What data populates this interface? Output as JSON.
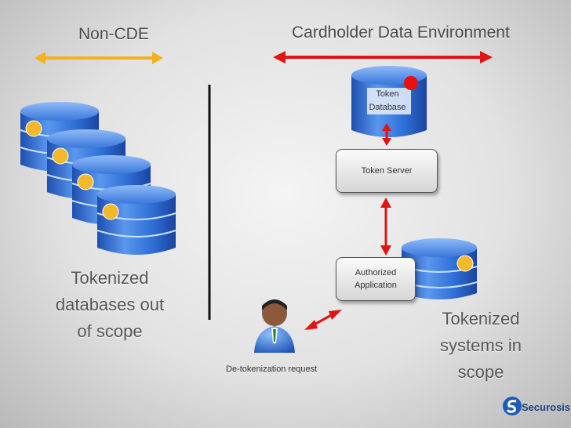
{
  "header": {
    "non_cde_label": "Non-CDE",
    "cde_label": "Cardholder Data Environment"
  },
  "left": {
    "caption_line1": "Tokenized",
    "caption_line2": "databases out",
    "caption_line3": "of scope"
  },
  "right": {
    "token_db_line1": "Token",
    "token_db_line2": "Database",
    "token_server": "Token Server",
    "authorized_line1": "Authorized",
    "authorized_line2": "Application",
    "caption_line1": "Tokenized",
    "caption_line2": "systems in",
    "caption_line3": "scope"
  },
  "user": {
    "request_label": "De-tokenization request"
  },
  "logo": {
    "text": "Securosis"
  },
  "colors": {
    "non_cde_arrow": "#f2b21a",
    "cde_arrow": "#e11414",
    "database_blue": "#2f6fd6",
    "token_dot": "#f3b92a",
    "token_db_dot": "#e81010"
  }
}
